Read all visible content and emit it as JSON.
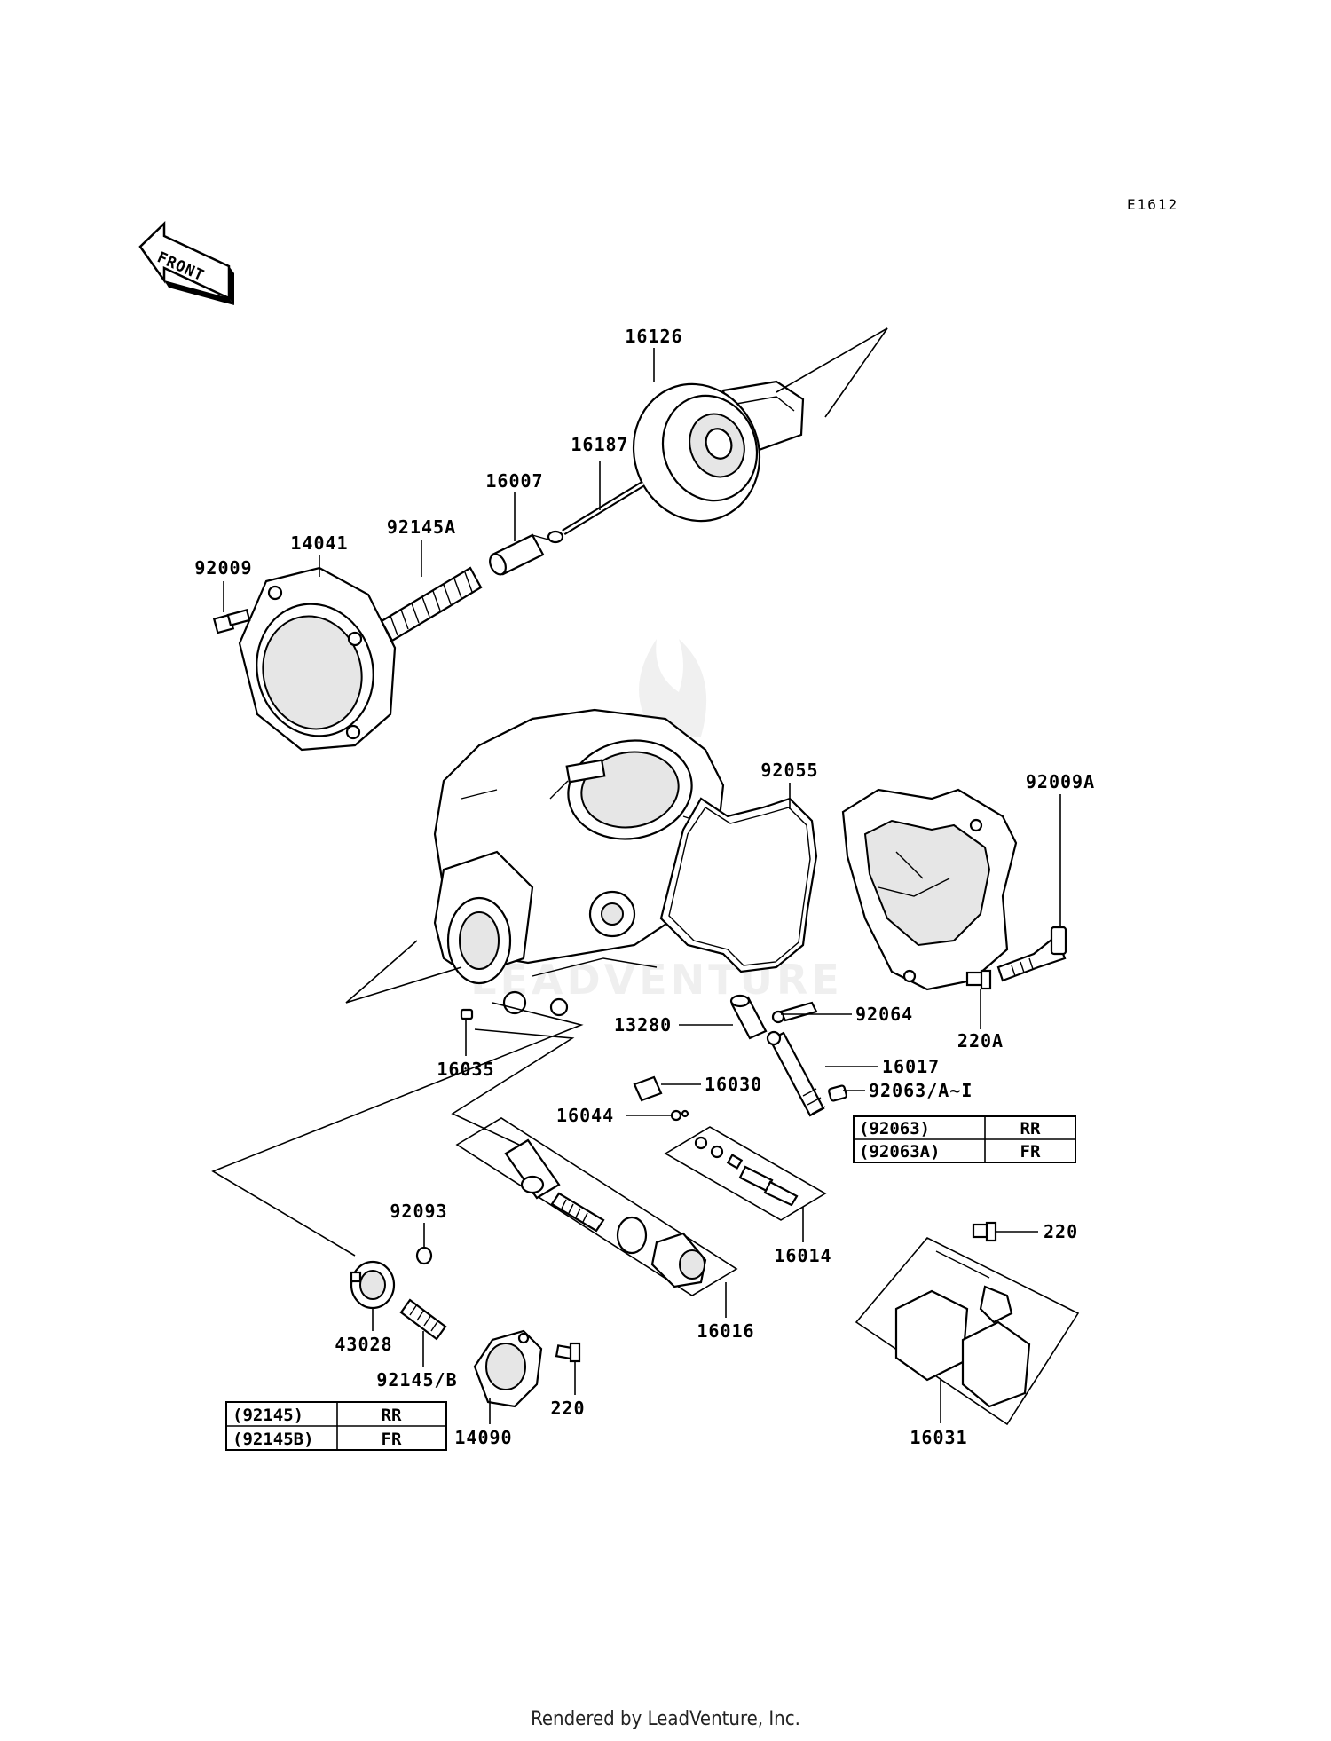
{
  "diagram_code": "E1612",
  "front_arrow_label": "FRONT",
  "footer": "Rendered by LeadVenture, Inc.",
  "watermark": "LEADVENTURE",
  "parts": [
    {
      "id": "p16126",
      "label": "16126"
    },
    {
      "id": "p16187",
      "label": "16187"
    },
    {
      "id": "p16007",
      "label": "16007"
    },
    {
      "id": "p92145A",
      "label": "92145A"
    },
    {
      "id": "p14041",
      "label": "14041"
    },
    {
      "id": "p92009",
      "label": "92009"
    },
    {
      "id": "p92055",
      "label": "92055"
    },
    {
      "id": "p92009A",
      "label": "92009A"
    },
    {
      "id": "p92064",
      "label": "92064"
    },
    {
      "id": "p13280",
      "label": "13280"
    },
    {
      "id": "p220A",
      "label": "220A"
    },
    {
      "id": "p16017",
      "label": "16017"
    },
    {
      "id": "p16035",
      "label": "16035"
    },
    {
      "id": "p16030",
      "label": "16030"
    },
    {
      "id": "p92063",
      "label": "92063/A~I"
    },
    {
      "id": "p16044",
      "label": "16044"
    },
    {
      "id": "p92093",
      "label": "92093"
    },
    {
      "id": "p16014",
      "label": "16014"
    },
    {
      "id": "p220b",
      "label": "220"
    },
    {
      "id": "p43028",
      "label": "43028"
    },
    {
      "id": "p16016",
      "label": "16016"
    },
    {
      "id": "p92145B",
      "label": "92145/B"
    },
    {
      "id": "p220c",
      "label": "220"
    },
    {
      "id": "p14090",
      "label": "14090"
    },
    {
      "id": "p16031",
      "label": "16031"
    }
  ],
  "table_92063": [
    {
      "part": "(92063)",
      "pos": "RR"
    },
    {
      "part": "(92063A)",
      "pos": "FR"
    }
  ],
  "table_92145": [
    {
      "part": "(92145)",
      "pos": "RR"
    },
    {
      "part": "(92145B)",
      "pos": "FR"
    }
  ]
}
